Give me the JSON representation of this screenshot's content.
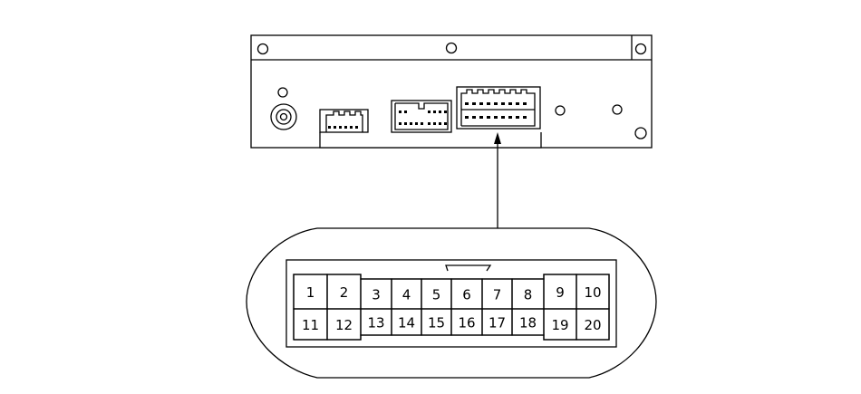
{
  "connector": {
    "pins_top": [
      "1",
      "2",
      "3",
      "4",
      "5",
      "6",
      "7",
      "8",
      "9",
      "10"
    ],
    "pins_bottom": [
      "11",
      "12",
      "13",
      "14",
      "15",
      "16",
      "17",
      "18",
      "19",
      "20"
    ]
  }
}
